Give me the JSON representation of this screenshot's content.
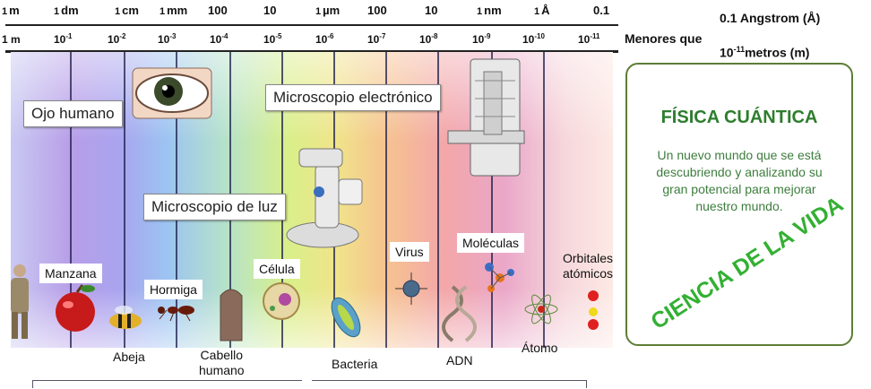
{
  "scale_top": [
    {
      "prefix": "1",
      "unit": "m"
    },
    {
      "prefix": "1",
      "unit": "dm"
    },
    {
      "prefix": "1",
      "unit": "cm"
    },
    {
      "prefix": "1",
      "unit": "mm"
    },
    {
      "prefix": "",
      "unit": "100"
    },
    {
      "prefix": "",
      "unit": "10"
    },
    {
      "prefix": "1",
      "unit": "µm"
    },
    {
      "prefix": "",
      "unit": "100"
    },
    {
      "prefix": "",
      "unit": "10"
    },
    {
      "prefix": "1",
      "unit": "nm"
    },
    {
      "prefix": "1",
      "unit": "Å"
    },
    {
      "prefix": "",
      "unit": "0.1"
    }
  ],
  "scale_powers": [
    {
      "base": "1 m",
      "exp": ""
    },
    {
      "base": "10",
      "exp": "-1"
    },
    {
      "base": "10",
      "exp": "-2"
    },
    {
      "base": "10",
      "exp": "-3"
    },
    {
      "base": "10",
      "exp": "-4"
    },
    {
      "base": "10",
      "exp": "-5"
    },
    {
      "base": "10",
      "exp": "-6"
    },
    {
      "base": "10",
      "exp": "-7"
    },
    {
      "base": "10",
      "exp": "-8"
    },
    {
      "base": "10",
      "exp": "-9"
    },
    {
      "base": "10",
      "exp": "-10"
    },
    {
      "base": "10",
      "exp": "-11"
    }
  ],
  "header_right": {
    "angstrom": "0.1 Angstrom (Å)",
    "menores": "Menores que",
    "metros_base": "10",
    "metros_exp": "-11",
    "metros_unit": "metros (m)"
  },
  "instruments": {
    "eye": "Ojo humano",
    "light_microscope": "Microscopio de luz",
    "electron_microscope": "Microscopio electrónico"
  },
  "objects": {
    "manzana": "Manzana",
    "hormiga": "Hormiga",
    "celula": "Célula",
    "virus": "Virus",
    "moleculas": "Moléculas",
    "orbitales_line1": "Orbitales",
    "orbitales_line2": "atómicos",
    "abeja": "Abeja",
    "cabello_line1": "Cabello",
    "cabello_line2": "humano",
    "bacteria": "Bacteria",
    "adn": "ADN",
    "atomo": "Átomo"
  },
  "panel": {
    "title": "FÍSICA CUÁNTICA",
    "description": "Un nuevo mundo que se está descubriendo y analizando su gran potencial para mejorar nuestro mundo.",
    "slogan": "CIENCIA DE LA VIDA"
  },
  "colors": {
    "panel_border": "#5d7d35",
    "panel_title": "#2e7d2e",
    "slogan": "#33b033"
  }
}
